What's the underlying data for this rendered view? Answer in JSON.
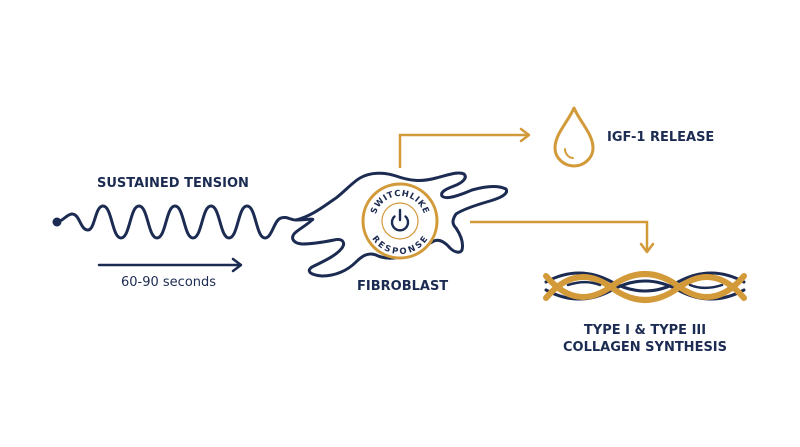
{
  "colors": {
    "navy": "#1c2b52",
    "gold": "#d39a3a",
    "background": "#ffffff"
  },
  "labels": {
    "sustained_tension": "SUSTAINED TENSION",
    "duration": "60-90 seconds",
    "fibroblast": "FIBROBLAST",
    "switch_top": "SWITCHLIKE",
    "switch_bottom": "RESPONSE",
    "igf_release": "IGF-1 RELEASE",
    "collagen_line1": "TYPE I & TYPE III",
    "collagen_line2": "COLLAGEN SYNTHESIS"
  },
  "icons": {
    "wave": "sine-wave-icon",
    "cell": "fibroblast-cell-icon",
    "power": "power-icon",
    "drop": "droplet-icon",
    "collagen": "collagen-helix-icon"
  }
}
